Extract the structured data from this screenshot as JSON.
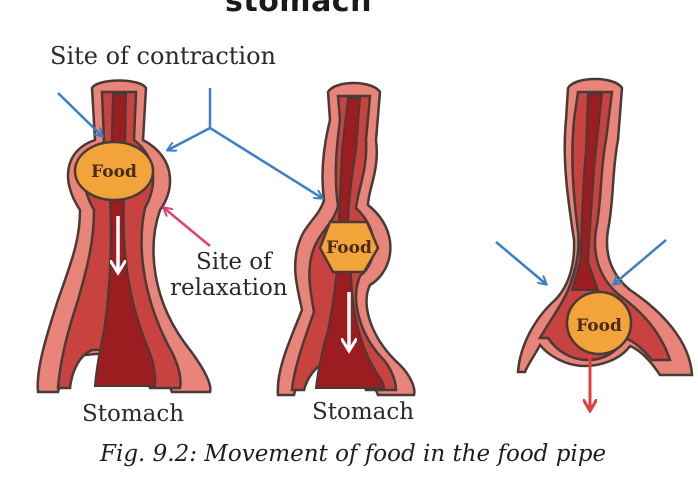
{
  "heading_partial": "stomach",
  "labels": {
    "site_of_contraction": "Site of contraction",
    "site_of_relaxation_line1": "Site of",
    "site_of_relaxation_line2": "relaxation",
    "food": "Food",
    "stomach": "Stomach"
  },
  "caption": "Fig. 9.2: Movement of food in the food pipe",
  "colors": {
    "outer_wall": "#e8847a",
    "muscle_wall": "#c8433f",
    "lumen": "#9b1d20",
    "outline": "#4a3a36",
    "food": "#f2a33a",
    "arrow_blue": "#3a7fc4",
    "arrow_pink": "#e0407a",
    "arrow_red": "#e04040"
  }
}
